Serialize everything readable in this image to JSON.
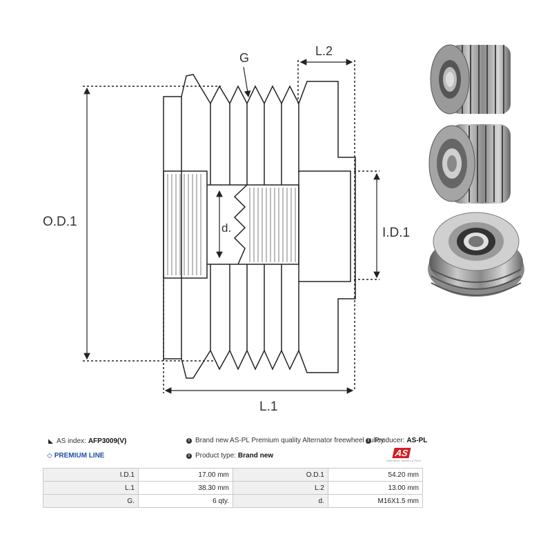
{
  "drawing": {
    "labels": {
      "g": "G",
      "l2": "L.2",
      "od1": "O.D.1",
      "id1": "I.D.1",
      "d": "d.",
      "l1": "L.1"
    }
  },
  "photos": [
    {
      "name": "pulley-photo-front"
    },
    {
      "name": "pulley-photo-angled"
    },
    {
      "name": "pulley-photo-back"
    }
  ],
  "info": {
    "as_index_label": "AS index:",
    "as_index_value": "AFP3009(V)",
    "description": "Brand new AS-PL Premium quality Alternator freewheel pulley",
    "producer_label": "Producer:",
    "producer_value": "AS-PL",
    "premium_line": "PREMIUM LINE",
    "product_type_label": "Product type:",
    "product_type_value": "Brand new",
    "logo_text": "AS",
    "logo_tagline": "Alternators, Starters & Parts"
  },
  "specs": [
    {
      "k1": "I.D.1",
      "v1": "17.00 mm",
      "k2": "O.D.1",
      "v2": "54.20 mm"
    },
    {
      "k1": "L.1",
      "v1": "38.30 mm",
      "k2": "L.2",
      "v2": "13.00 mm"
    },
    {
      "k1": "G.",
      "v1": "6 qty.",
      "k2": "d.",
      "v2": "M16X1.5 mm"
    }
  ]
}
